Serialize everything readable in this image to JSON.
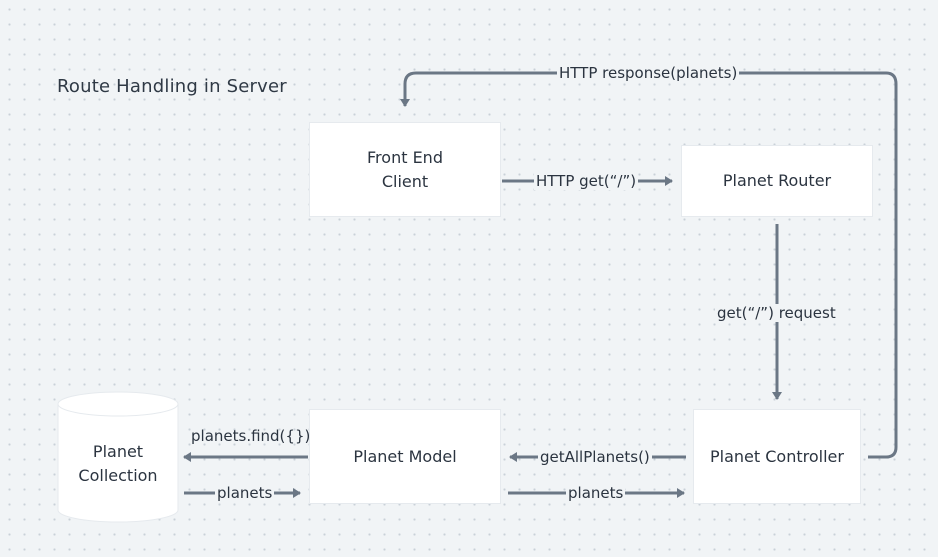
{
  "diagram": {
    "title": "Route Handling in Server",
    "nodes": {
      "frontend": {
        "label": "Front End\nClient"
      },
      "router": {
        "label": "Planet Router"
      },
      "controller": {
        "label": "Planet Controller"
      },
      "model": {
        "label": "Planet Model"
      },
      "collection": {
        "label": "Planet\nCollection"
      }
    },
    "edges": {
      "frontend_to_router": "HTTP get(“/”)",
      "router_to_controller": "get(“/”) request",
      "controller_to_frontend": "HTTP response(planets)",
      "controller_to_model": "getAllPlanets()",
      "model_to_controller": "planets",
      "model_to_collection": "planets.find({})",
      "collection_to_model": "planets"
    },
    "colors": {
      "arrow": "#6b7785",
      "background": "#f1f4f6",
      "box": "#ffffff",
      "text": "#2b3440"
    }
  }
}
